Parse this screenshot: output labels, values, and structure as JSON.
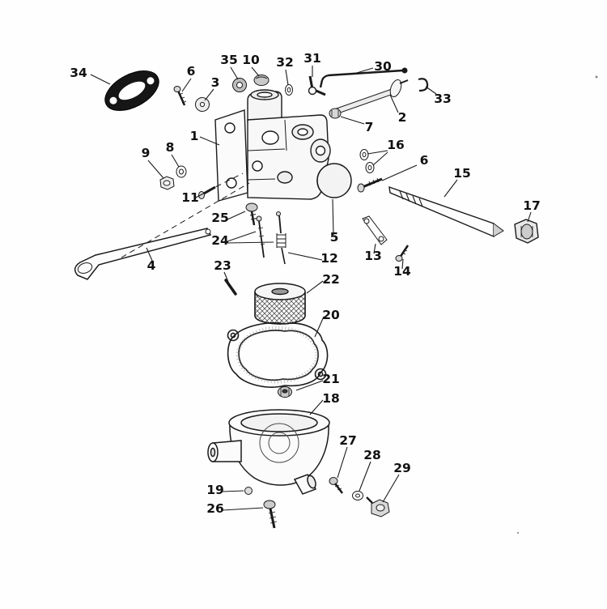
{
  "colors": {
    "background": "#ffffff",
    "ink": "#1a1a1a"
  },
  "diagram": {
    "callouts": [
      {
        "label": "34"
      },
      {
        "label": "6"
      },
      {
        "label": "3"
      },
      {
        "label": "35"
      },
      {
        "label": "10"
      },
      {
        "label": "32"
      },
      {
        "label": "31"
      },
      {
        "label": "30"
      },
      {
        "label": "2"
      },
      {
        "label": "33"
      },
      {
        "label": "7"
      },
      {
        "label": "1"
      },
      {
        "label": "16"
      },
      {
        "label": "8"
      },
      {
        "label": "9"
      },
      {
        "label": "6"
      },
      {
        "label": "15"
      },
      {
        "label": "17"
      },
      {
        "label": "11"
      },
      {
        "label": "25"
      },
      {
        "label": "5"
      },
      {
        "label": "24"
      },
      {
        "label": "12"
      },
      {
        "label": "13"
      },
      {
        "label": "14"
      },
      {
        "label": "4"
      },
      {
        "label": "23"
      },
      {
        "label": "22"
      },
      {
        "label": "20"
      },
      {
        "label": "21"
      },
      {
        "label": "18"
      },
      {
        "label": "27"
      },
      {
        "label": "28"
      },
      {
        "label": "29"
      },
      {
        "label": "19"
      },
      {
        "label": "26"
      }
    ]
  }
}
